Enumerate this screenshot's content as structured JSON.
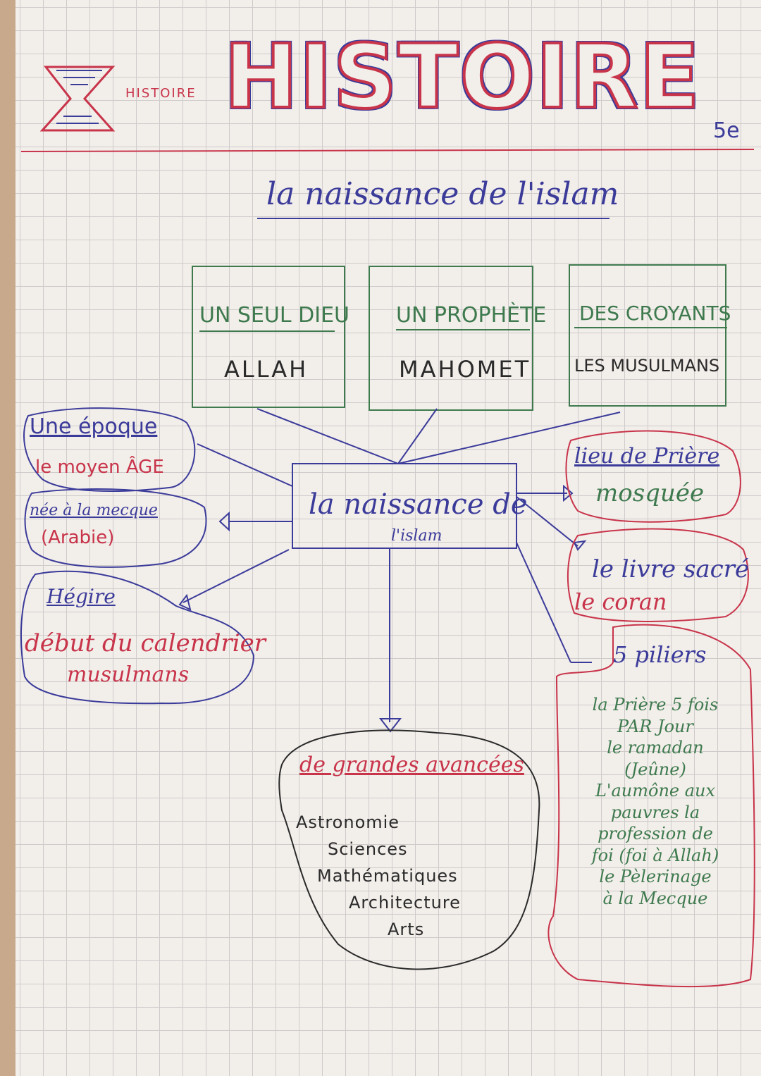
{
  "header": {
    "small_title": "HISTOIRE",
    "big_title": "HISTOIRE",
    "grade": "5e"
  },
  "title": "la naissance de l'islam",
  "top_boxes": [
    {
      "heading": "UN SEUL DIEU",
      "value": "ALLAH"
    },
    {
      "heading": "UN PROPHÈTE",
      "value": "MAHOMET"
    },
    {
      "heading": "DES CROYANTS",
      "value": "LES MUSULMANS"
    }
  ],
  "center": {
    "line1": "la naissance de",
    "line2": "l'islam"
  },
  "left_bubbles": [
    {
      "heading": "Une époque",
      "value": "le moyen ÂGE"
    },
    {
      "heading": "née à la mecque",
      "value": "(Arabie)"
    },
    {
      "heading": "Hégire",
      "value": "début du calendrier",
      "value2": "musulmans"
    }
  ],
  "right_bubbles": [
    {
      "heading": "lieu de Prière",
      "value": "mosquée"
    },
    {
      "heading": "le livre sacré",
      "value": "le coran"
    }
  ],
  "pillars": {
    "heading": "5 piliers",
    "items": [
      "la Prière 5 fois",
      "PAR Jour",
      "le ramadan",
      "(Jeûne)",
      "L'aumône aux",
      "pauvres la",
      "profession de",
      "foi (foi à Allah)",
      "le Pèlerinage",
      "à la Mecque"
    ]
  },
  "advances": {
    "heading": "de grandes avancées",
    "items": [
      "Astronomie",
      "Sciences",
      "Mathématiques",
      "Architecture",
      "Arts"
    ]
  },
  "colors": {
    "blue": "#3b3b9a",
    "red": "#c8344a",
    "green": "#3e7a4e",
    "black": "#2a2a2a"
  }
}
